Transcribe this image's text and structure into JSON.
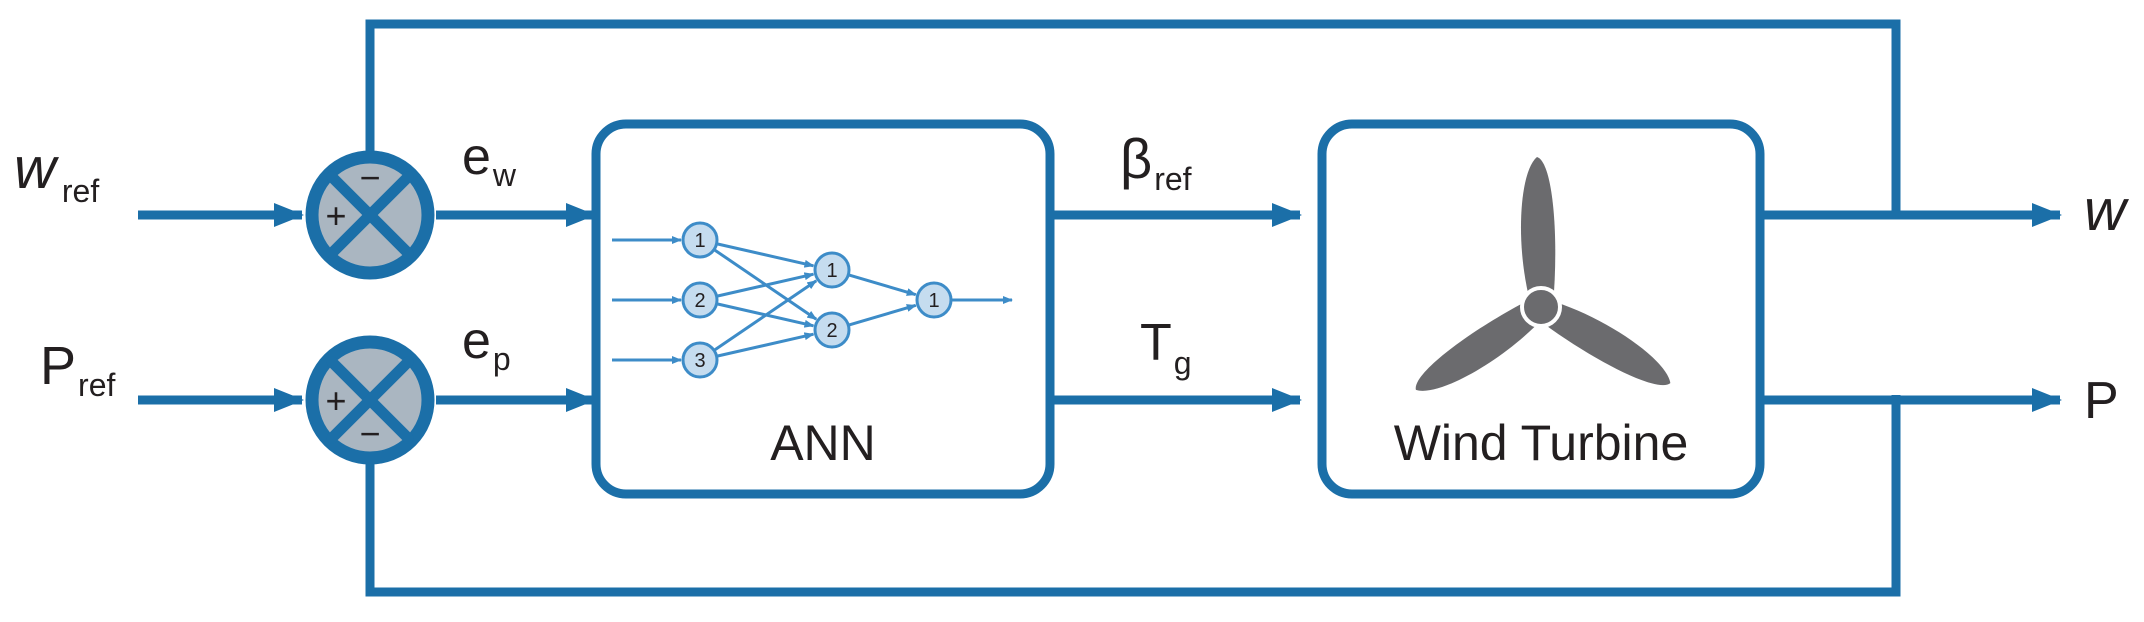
{
  "colors": {
    "line": "#1b6fa8",
    "junction_fill": "#aab6c1",
    "node_fill": "#c5dcef",
    "turbine": "#6b6b6e",
    "text": "#231f20"
  },
  "signals": {
    "w_ref": {
      "main": "w",
      "sub": "ref"
    },
    "p_ref": {
      "main": "P",
      "sub": "ref"
    },
    "e_w": {
      "main": "e",
      "sub": "w"
    },
    "e_p": {
      "main": "e",
      "sub": "p"
    },
    "beta_ref": {
      "main": "β",
      "sub": "ref"
    },
    "t_g": {
      "main": "T",
      "sub": "g"
    },
    "w_out": "w",
    "p_out": "P"
  },
  "junctions": {
    "top": {
      "upper": "−",
      "left": "+"
    },
    "bottom": {
      "left": "+",
      "lower": "−"
    }
  },
  "blocks": {
    "ann": {
      "label": "ANN"
    },
    "turbine": {
      "label": "Wind Turbine",
      "icon": "wind-turbine-icon"
    }
  },
  "ann_network": {
    "input_nodes": [
      "1",
      "2",
      "3"
    ],
    "hidden_nodes": [
      "1",
      "2"
    ],
    "output_nodes": [
      "1"
    ]
  }
}
